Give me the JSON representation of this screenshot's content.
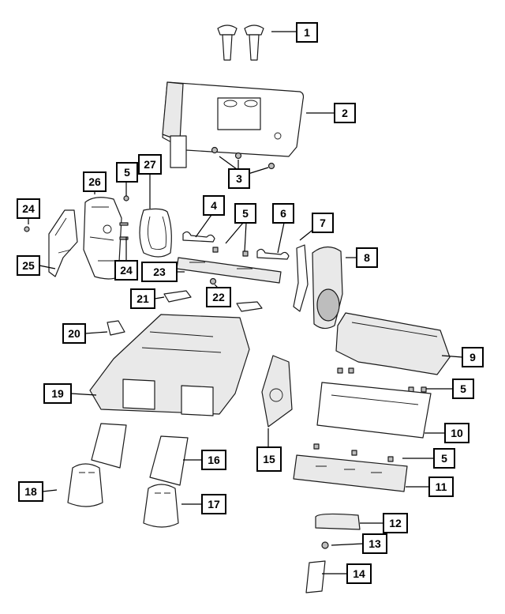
{
  "callouts": [
    {
      "id": "c1",
      "label": "1"
    },
    {
      "id": "c2",
      "label": "2"
    },
    {
      "id": "c3",
      "label": "3"
    },
    {
      "id": "c4",
      "label": "4"
    },
    {
      "id": "c5a",
      "label": "5"
    },
    {
      "id": "c5b",
      "label": "5"
    },
    {
      "id": "c5c",
      "label": "5"
    },
    {
      "id": "c5d",
      "label": "5"
    },
    {
      "id": "c6",
      "label": "6"
    },
    {
      "id": "c7",
      "label": "7"
    },
    {
      "id": "c8",
      "label": "8"
    },
    {
      "id": "c9",
      "label": "9"
    },
    {
      "id": "c10",
      "label": "10"
    },
    {
      "id": "c11",
      "label": "11"
    },
    {
      "id": "c12",
      "label": "12"
    },
    {
      "id": "c13",
      "label": "13"
    },
    {
      "id": "c14",
      "label": "14"
    },
    {
      "id": "c15",
      "label": "15"
    },
    {
      "id": "c16",
      "label": "16"
    },
    {
      "id": "c17",
      "label": "17"
    },
    {
      "id": "c18",
      "label": "18"
    },
    {
      "id": "c19",
      "label": "19"
    },
    {
      "id": "c20",
      "label": "20"
    },
    {
      "id": "c21",
      "label": "21"
    },
    {
      "id": "c22",
      "label": "22"
    },
    {
      "id": "c23",
      "label": "23"
    },
    {
      "id": "c24a",
      "label": "24"
    },
    {
      "id": "c24b",
      "label": "24"
    },
    {
      "id": "c25",
      "label": "25"
    },
    {
      "id": "c26",
      "label": "26"
    },
    {
      "id": "c27",
      "label": "27"
    }
  ]
}
